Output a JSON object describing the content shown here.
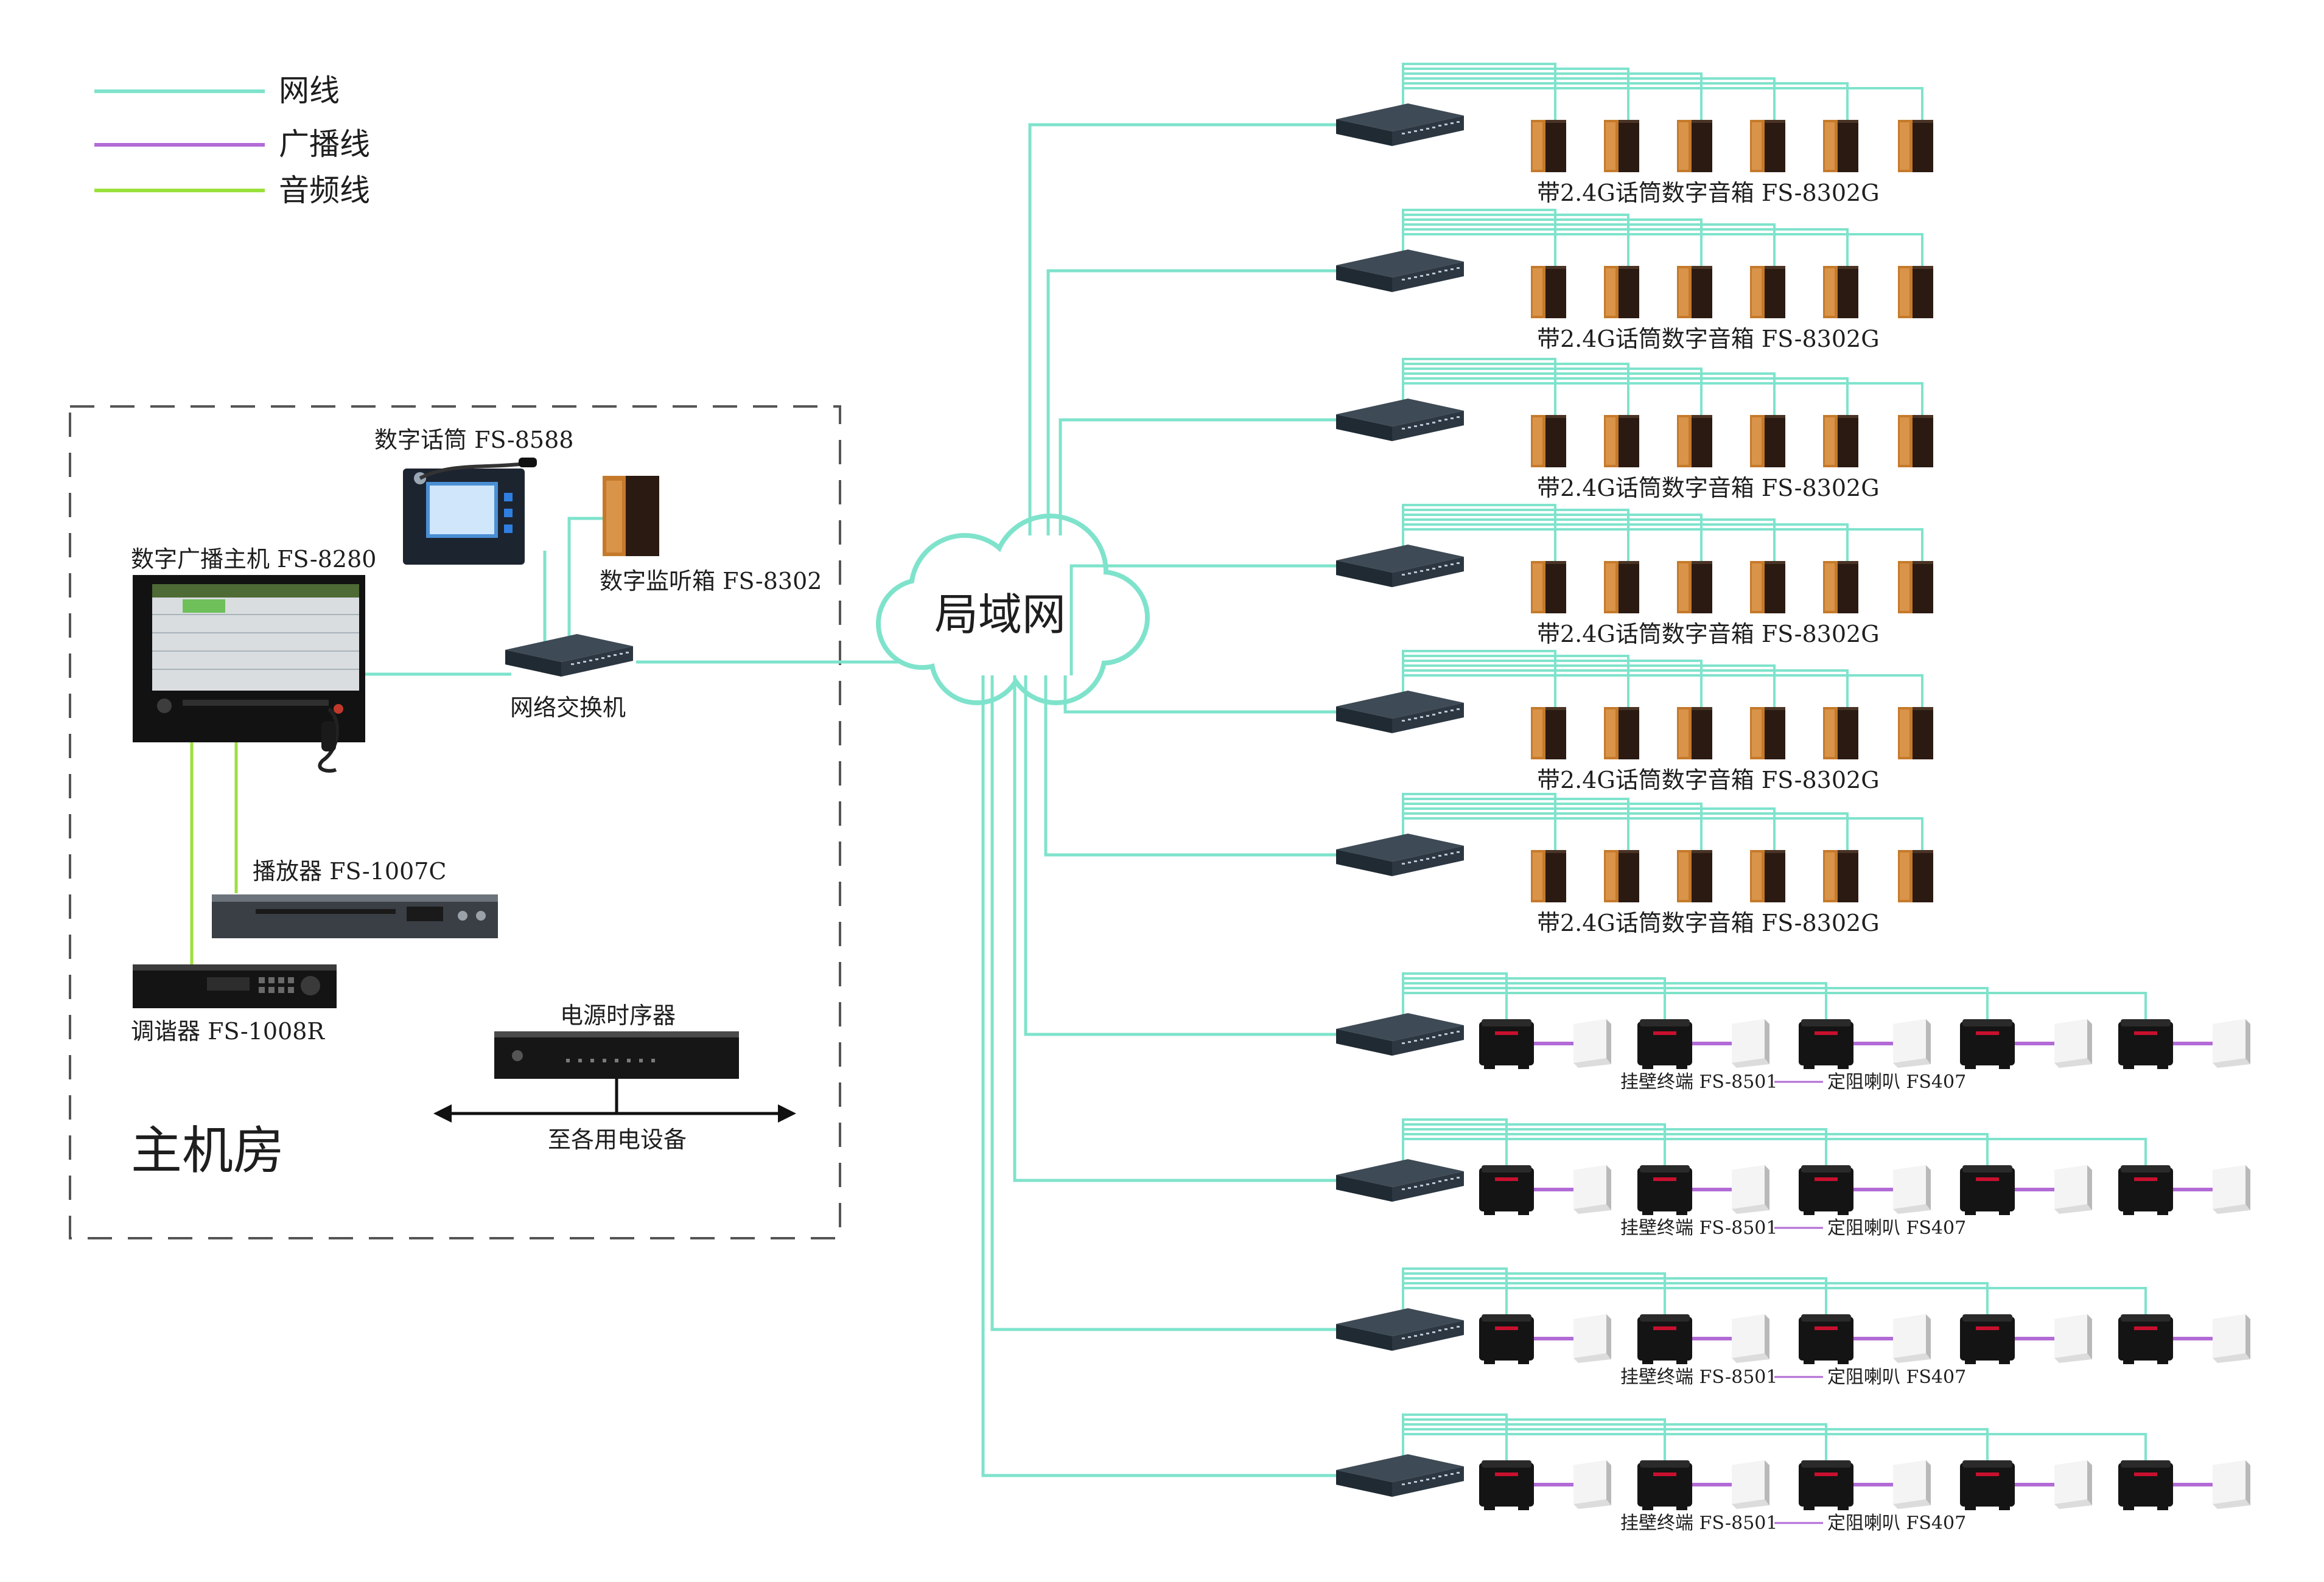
{
  "colors": {
    "network_line": "#7fe3cc",
    "broadcast_line": "#b26bd6",
    "audio_line": "#9ae03c",
    "text": "#1e1e1e",
    "box_border": "#555555"
  },
  "legend": [
    {
      "label": "网线",
      "color": "#7fe3cc"
    },
    {
      "label": "广播线",
      "color": "#b26bd6"
    },
    {
      "label": "音频线",
      "color": "#9ae03c"
    }
  ],
  "host_room": {
    "title": "主机房",
    "devices": {
      "mic": "数字话筒 FS-8588",
      "host": "数字广播主机 FS-8280",
      "monitor": "数字监听箱 FS-8302",
      "switch": "网络交换机",
      "player": "播放器 FS-1007C",
      "tuner": "调谐器 FS-1008R",
      "sequencer": "电源时序器",
      "power_note": "至各用电设备"
    }
  },
  "lan": {
    "label": "局域网"
  },
  "speaker_groups": [
    {
      "label": "带2.4G话筒数字音箱  FS-8302G"
    },
    {
      "label": "带2.4G话筒数字音箱  FS-8302G"
    },
    {
      "label": "带2.4G话筒数字音箱  FS-8302G"
    },
    {
      "label": "带2.4G话筒数字音箱  FS-8302G"
    },
    {
      "label": "带2.4G话筒数字音箱  FS-8302G"
    },
    {
      "label": "带2.4G话筒数字音箱  FS-8302G"
    }
  ],
  "terminal_groups": [
    {
      "terminal_label": "挂壁终端 FS-8501",
      "horn_label": "定阻喇叭 FS407"
    },
    {
      "terminal_label": "挂壁终端 FS-8501",
      "horn_label": "定阻喇叭 FS407"
    },
    {
      "terminal_label": "挂壁终端 FS-8501",
      "horn_label": "定阻喇叭 FS407"
    },
    {
      "terminal_label": "挂壁终端 FS-8501",
      "horn_label": "定阻喇叭 FS407"
    }
  ]
}
